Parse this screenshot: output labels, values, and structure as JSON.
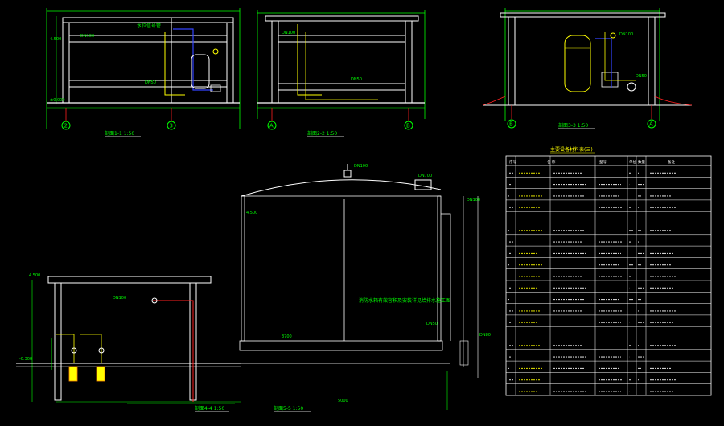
{
  "drawing_titles": {
    "view1": "剖面1-1 1:50",
    "view2": "剖面2-2 1:50",
    "view3": "剖面3-3 1:50",
    "view4": "剖面4-4 1:50",
    "view5": "剖面5-5 1:50"
  },
  "grid_marks": {
    "v1_left": "2",
    "v1_right": "3",
    "v2_left": "A",
    "v2_right": "B",
    "v3_left": "B",
    "v3_right": "A"
  },
  "annotations": {
    "tank_center_note": "消防水箱有效容积及安装详见给排水施工图",
    "pipe_note_v1": "水位信号管",
    "dim_bottom": "5000",
    "dim_inner": "3700",
    "level_0": "±0.000",
    "level_top": "4.500"
  },
  "equipment_table": {
    "title": "主要设备材料表(三)",
    "headers": [
      "序号",
      "名 称",
      "型号",
      "单位",
      "数量",
      "备注"
    ],
    "row_count": 20
  },
  "colors": {
    "background": "#000000",
    "structure": "#ffffff",
    "dimension": "#00ff00",
    "pipe": "#ffff00",
    "pipe_alt": "#3333ff",
    "annotation": "#00ff00",
    "grid_circle": "#ff2020",
    "hatch": "#ff2020"
  }
}
